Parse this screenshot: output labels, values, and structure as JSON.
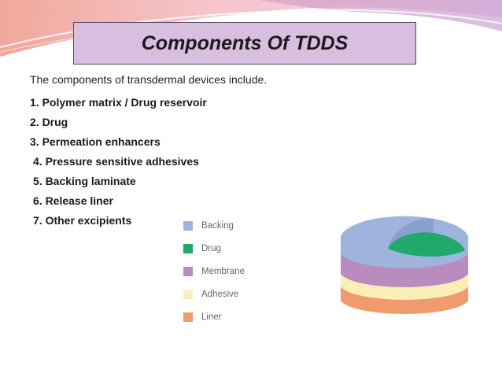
{
  "slide": {
    "title": "Components Of TDDS",
    "intro": "The components of transdermal devices include.",
    "items": [
      "1. Polymer matrix / Drug reservoir",
      "2.  Drug",
      "3. Permeation enhancers",
      "4. Pressure sensitive adhesives",
      "5. Backing  laminate",
      "6. Release liner",
      "7. Other excipients"
    ]
  },
  "figure": {
    "legend": [
      {
        "label": "Backing",
        "color": "#9fb4dc"
      },
      {
        "label": "Drug",
        "color": "#1faa6a"
      },
      {
        "label": "Membrane",
        "color": "#b98bbe"
      },
      {
        "label": "Adhesive",
        "color": "#fbeeb6"
      },
      {
        "label": "Liner",
        "color": "#f19a6c"
      }
    ]
  }
}
